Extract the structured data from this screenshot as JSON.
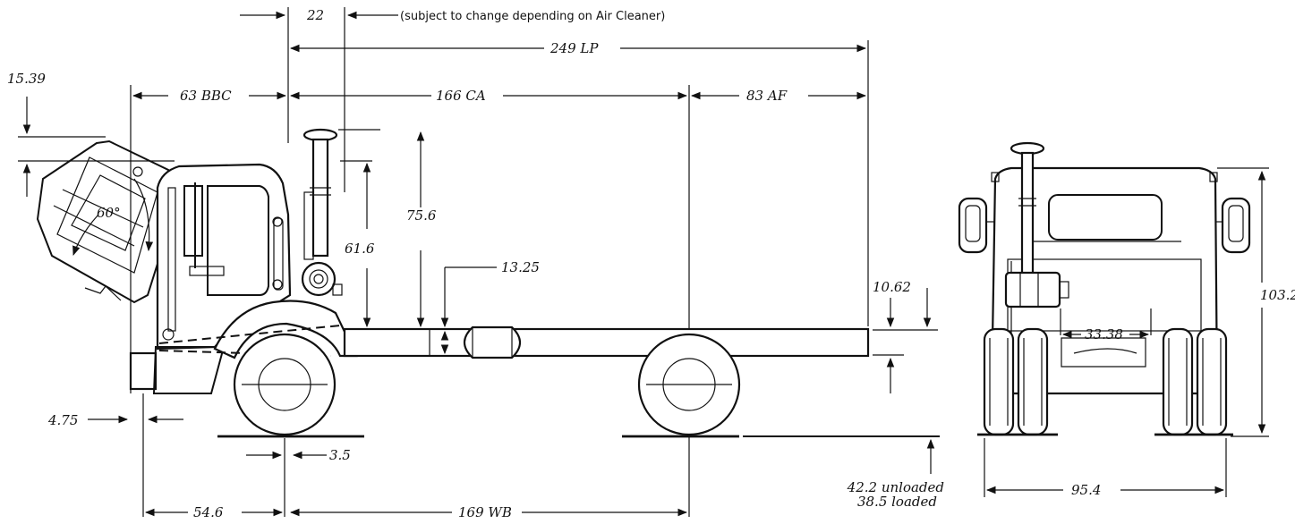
{
  "dimensions": {
    "air_cleaner_offset": "22",
    "air_cleaner_note": "(subject to change depending on Air Cleaner)",
    "lp": "249 LP",
    "bbc": "63 BBC",
    "ca": "166 CA",
    "af": "83 AF",
    "hood_tilt_height": "15.39",
    "tilt_angle": "60°",
    "exhaust_height": "75.6",
    "cab_height": "61.6",
    "frame_depth": "13.25",
    "frame_height_right": "10.62",
    "bumper_offset": "4.75",
    "axle_setback": "3.5",
    "front_overhang": "54.6",
    "wb": "169 WB",
    "frame_ground_unloaded": "42.2 unloaded",
    "frame_ground_loaded": "38.5 loaded",
    "track_spacing": "33.38",
    "overall_height": "103.2",
    "overall_width": "95.4"
  }
}
